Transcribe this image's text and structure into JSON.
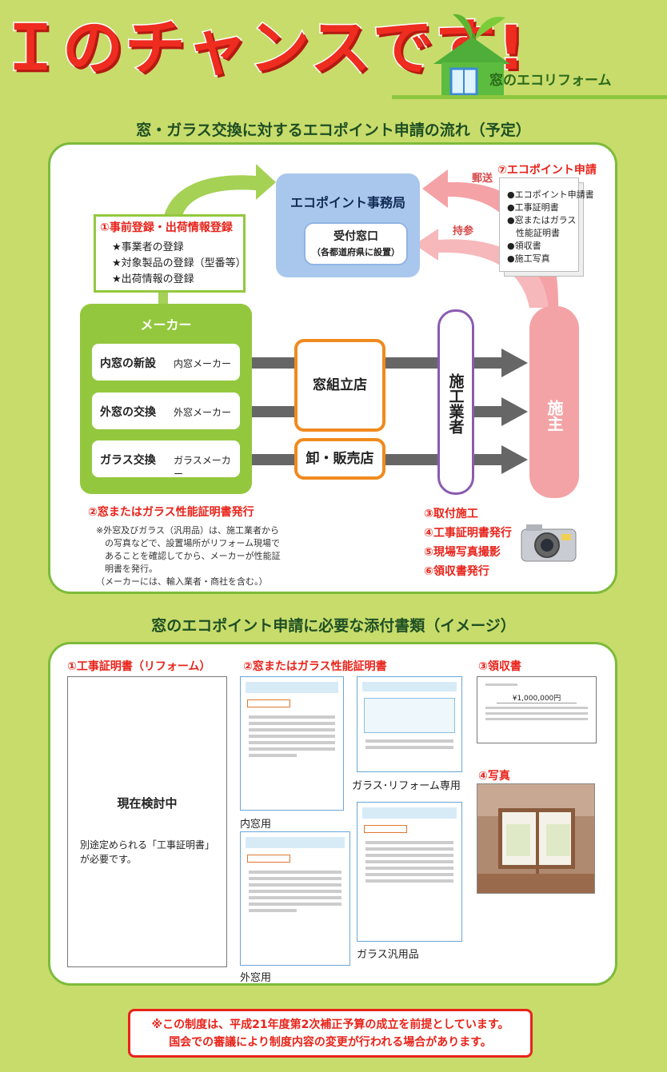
{
  "header": {
    "headline": "Ｉのチャンスです!",
    "badge_label": "窓のエコリフォーム"
  },
  "flow": {
    "title": "窓・ガラス交換に対するエコポイント申請の流れ（予定）",
    "office": {
      "title": "エコポイント事務局",
      "window_title": "受付窓口",
      "window_sub": "（各都道府県に設置）"
    },
    "pre_registration": {
      "title": "①事前登録・出荷情報登録",
      "items": [
        "★事業者の登録",
        "★対象製品の登録（型番等）",
        "★出荷情報の登録"
      ]
    },
    "application": {
      "title": "⑦エコポイント申請",
      "items": [
        "●エコポイント申請書",
        "●工事証明書",
        "●窓またはガラス",
        "　性能証明書",
        "●領収書",
        "●施工写真"
      ]
    },
    "mail_label": "郵送",
    "bring_label": "持参",
    "maker": {
      "title": "メーカー",
      "rows": [
        {
          "label": "内窓の新設",
          "sub": "内窓メーカー"
        },
        {
          "label": "外窓の交換",
          "sub": "外窓メーカー"
        },
        {
          "label": "ガラス交換",
          "sub": "ガラスメーカー"
        }
      ]
    },
    "shop_assembly": "窓組立店",
    "shop_wholesale": "卸・販売店",
    "contractor": "施工業者",
    "owner": "施主",
    "cert_issue": "②窓またはガラス性能証明書発行",
    "cert_note": [
      "※外窓及びガラス（汎用品）は、施工業者から",
      "　の写真などで、設置場所がリフォーム現場で",
      "　あることを確認してから、メーカーが性能証",
      "　明書を発行。",
      "（メーカーには、輸入業者・商社を含む。）"
    ],
    "steps": [
      "③取付施工",
      "④工事証明書発行",
      "⑤現場写真撮影",
      "⑥領収書発行"
    ]
  },
  "attachments": {
    "title": "窓のエコポイント申請に必要な添付書類（イメージ）",
    "construction_cert": {
      "title": "①工事証明書（リフォーム）",
      "status": "現在検討中",
      "note": [
        "別途定められる「工事証明書」",
        "が必要です。"
      ]
    },
    "performance_cert": {
      "title": "②窓またはガラス性能証明書",
      "label_inner": "内窓用",
      "label_outer": "外窓用",
      "label_glass_reform": "ガラス･リフォーム専用",
      "label_glass_general": "ガラス汎用品"
    },
    "receipt": {
      "title": "③領収書",
      "amount": "¥1,000,000円"
    },
    "photo": {
      "title": "④写真"
    }
  },
  "footer": {
    "lines": [
      "※この制度は、平成21年度第2次補正予算の成立を前提としています。",
      "国会での審議により制度内容の変更が行われる場合があります。"
    ]
  }
}
